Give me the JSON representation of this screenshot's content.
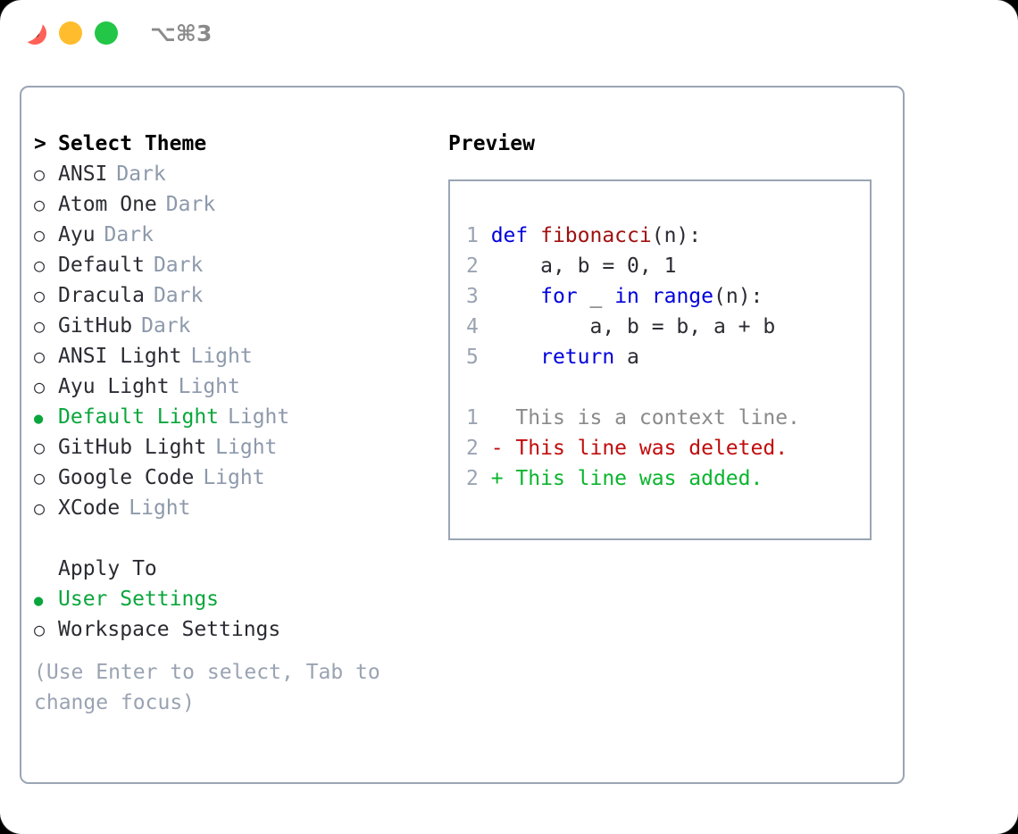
{
  "titlebar": {
    "shortcut": "⌥⌘3",
    "lights": [
      {
        "name": "close",
        "color": "#ff6159"
      },
      {
        "name": "minimize",
        "color": "#ffbd2e"
      },
      {
        "name": "maximize",
        "color": "#23c646"
      }
    ]
  },
  "colors": {
    "accent_green": "#0aa63c",
    "muted_gray": "#8d99ab",
    "border": "#9aa5b4",
    "keyword_blue": "#0000dd",
    "function_red": "#a01010",
    "diff_added": "#0ab52e",
    "diff_deleted": "#c10c0c",
    "background": "#ffffff"
  },
  "theme_list": {
    "header_marker": ">",
    "header": "Select Theme",
    "marker_unselected": "○",
    "marker_selected": "●",
    "items": [
      {
        "name": "ANSI",
        "category": "Dark",
        "selected": false
      },
      {
        "name": "Atom One",
        "category": "Dark",
        "selected": false
      },
      {
        "name": "Ayu",
        "category": "Dark",
        "selected": false
      },
      {
        "name": "Default",
        "category": "Dark",
        "selected": false
      },
      {
        "name": "Dracula",
        "category": "Dark",
        "selected": false
      },
      {
        "name": "GitHub",
        "category": "Dark",
        "selected": false
      },
      {
        "name": "ANSI Light",
        "category": "Light",
        "selected": false
      },
      {
        "name": "Ayu Light",
        "category": "Light",
        "selected": false
      },
      {
        "name": "Default Light",
        "category": "Light",
        "selected": true
      },
      {
        "name": "GitHub Light",
        "category": "Light",
        "selected": false
      },
      {
        "name": "Google Code",
        "category": "Light",
        "selected": false
      },
      {
        "name": "XCode",
        "category": "Light",
        "selected": false
      }
    ]
  },
  "apply_to": {
    "header": "Apply To",
    "options": [
      {
        "name": "User Settings",
        "selected": true
      },
      {
        "name": "Workspace Settings",
        "selected": false
      }
    ]
  },
  "hint": "(Use Enter to select, Tab to change focus)",
  "preview": {
    "title": "Preview",
    "code_lines": [
      {
        "num": "1",
        "tokens": [
          {
            "text": "def ",
            "style": "kw"
          },
          {
            "text": "fibonacci",
            "style": "fn"
          },
          {
            "text": "(n):",
            "style": "plain"
          }
        ]
      },
      {
        "num": "2",
        "tokens": [
          {
            "text": "    a, b = 0, 1",
            "style": "plain"
          }
        ]
      },
      {
        "num": "3",
        "tokens": [
          {
            "text": "    ",
            "style": "plain"
          },
          {
            "text": "for",
            "style": "kw"
          },
          {
            "text": " _ ",
            "style": "plain"
          },
          {
            "text": "in",
            "style": "kw"
          },
          {
            "text": " ",
            "style": "plain"
          },
          {
            "text": "range",
            "style": "kw"
          },
          {
            "text": "(n):",
            "style": "plain"
          }
        ]
      },
      {
        "num": "4",
        "tokens": [
          {
            "text": "        a, b = b, a + b",
            "style": "plain"
          }
        ]
      },
      {
        "num": "5",
        "tokens": [
          {
            "text": "    ",
            "style": "plain"
          },
          {
            "text": "return",
            "style": "kw"
          },
          {
            "text": " a",
            "style": "plain"
          }
        ]
      }
    ],
    "diff_lines": [
      {
        "num": "1",
        "prefix": "  ",
        "text": "This is a context line.",
        "style": "ctx"
      },
      {
        "num": "2",
        "prefix": "- ",
        "text": "This line was deleted.",
        "style": "del"
      },
      {
        "num": "2",
        "prefix": "+ ",
        "text": "This line was added.",
        "style": "add"
      }
    ]
  }
}
